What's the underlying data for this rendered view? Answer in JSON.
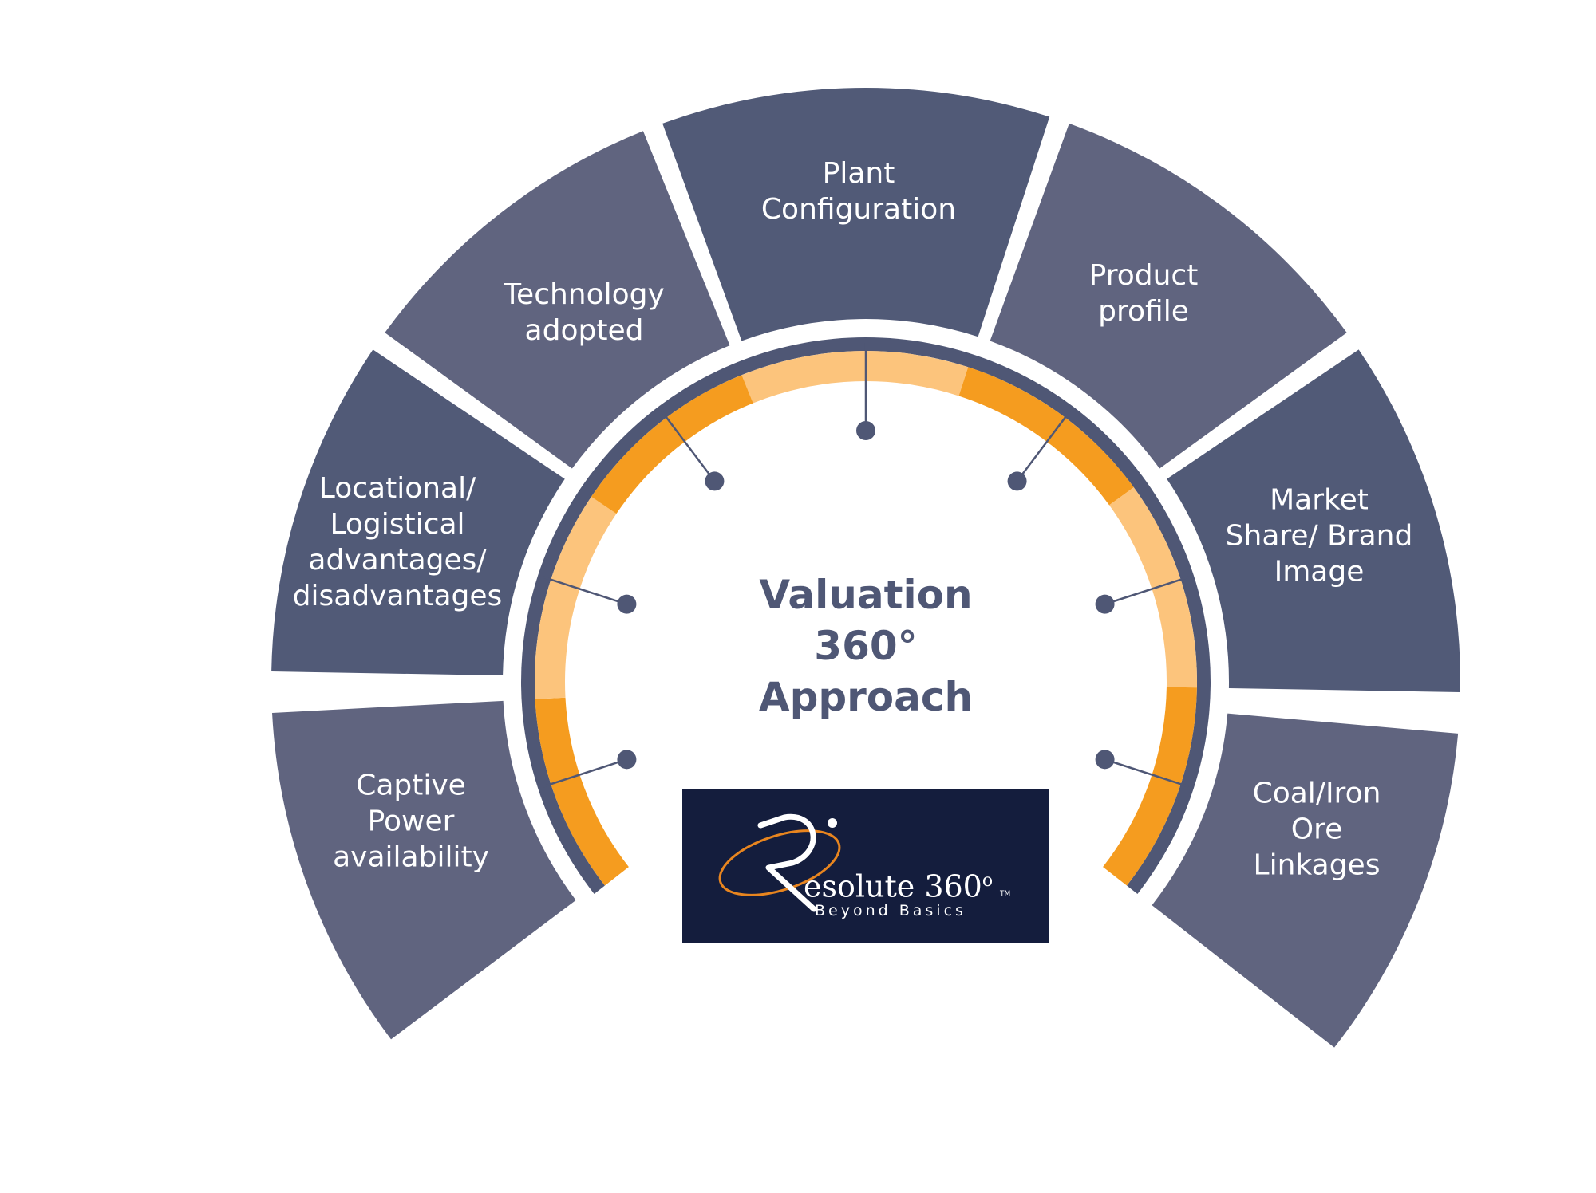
{
  "diagram": {
    "title_lines": [
      "Valuation",
      "360°",
      "Approach"
    ],
    "segments": [
      {
        "id": "captive-power",
        "lines": [
          "Captive",
          "Power",
          "availability"
        ]
      },
      {
        "id": "locational",
        "lines": [
          "Locational/",
          "Logistical",
          "advantages/",
          "disadvantages"
        ]
      },
      {
        "id": "technology",
        "lines": [
          "Technology",
          "adopted"
        ]
      },
      {
        "id": "plant-configuration",
        "lines": [
          "Plant",
          "Configuration"
        ]
      },
      {
        "id": "product-profile",
        "lines": [
          "Product",
          "profile"
        ]
      },
      {
        "id": "market-share",
        "lines": [
          "Market",
          "Share/ Brand",
          "Image"
        ]
      },
      {
        "id": "coal-iron",
        "lines": [
          "Coal/Iron",
          "Ore",
          "Linkages"
        ]
      }
    ]
  },
  "logo": {
    "name": "esolute 360",
    "degree": "o",
    "tagline": "Beyond Basics",
    "tm": "TM"
  },
  "colors": {
    "segment_dark": "#515a77",
    "segment_light": "#60647f",
    "ring_orange": "#f59c1f",
    "ring_light": "#fcc47c",
    "ring_shadow": "#4f5775",
    "connector": "#4f5775",
    "title": "#4f5775",
    "logo_bg": "#141d3d",
    "logo_swoosh": "#e8851f"
  }
}
